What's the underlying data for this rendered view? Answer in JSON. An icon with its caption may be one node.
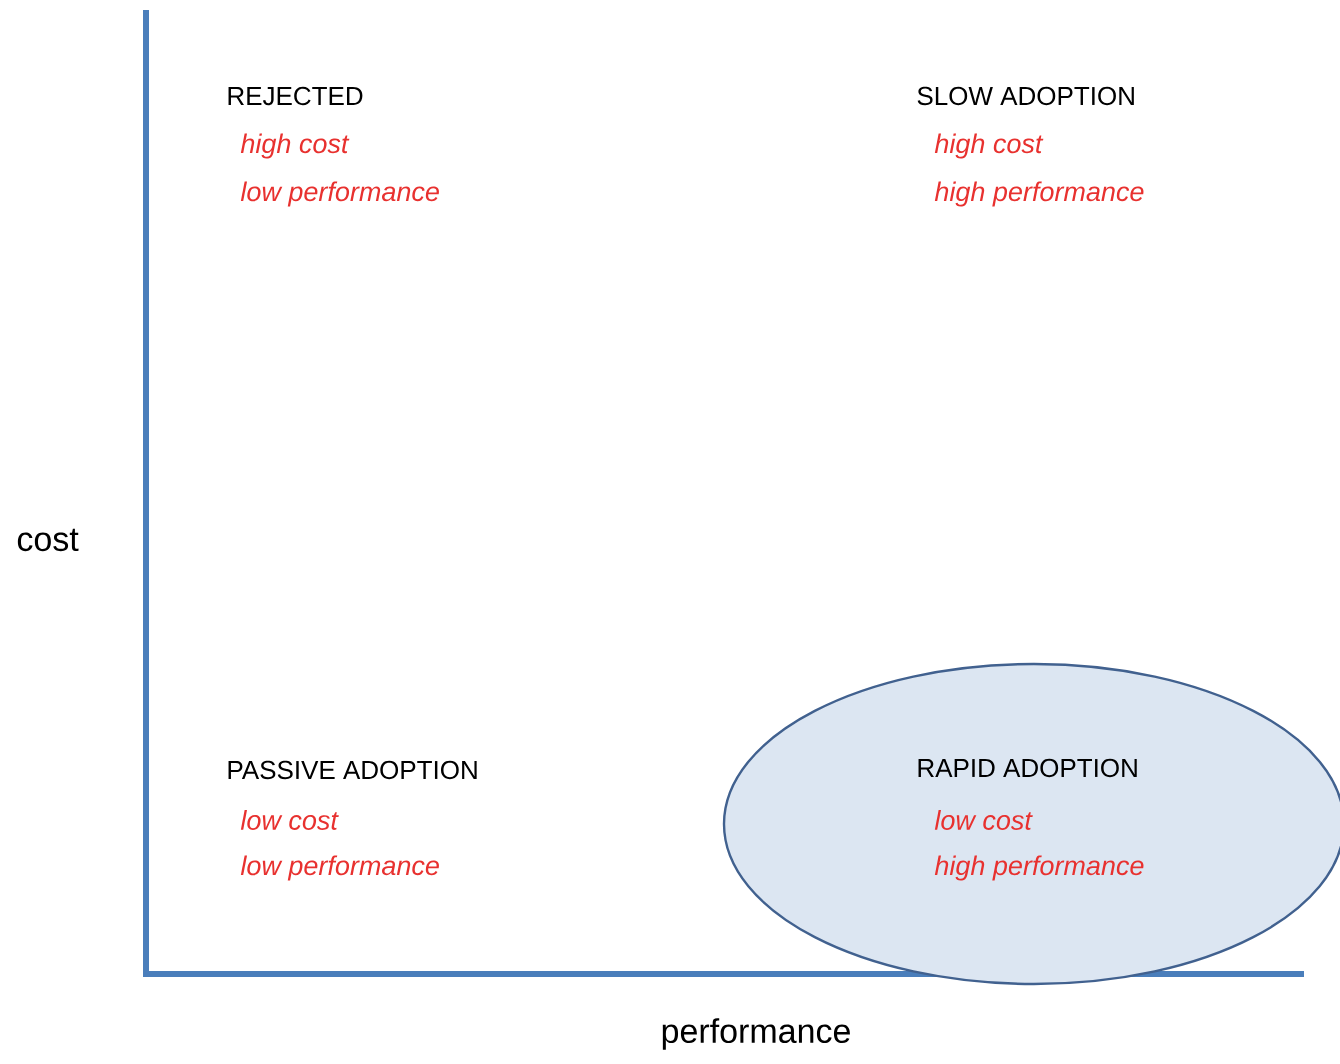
{
  "diagram": {
    "nodes": [
      {
        "text": [
          "RAPID ADOPTION",
          "low cost",
          "high performance"
        ]
      }
    ],
    "labels": [
      "REJECTED",
      "high cost",
      "low performance",
      "SLOW ADOPTION",
      "high cost",
      "high performance",
      "PASSIVE ADOPTION",
      "low cost",
      "low performance",
      "cost",
      "performance"
    ]
  }
}
